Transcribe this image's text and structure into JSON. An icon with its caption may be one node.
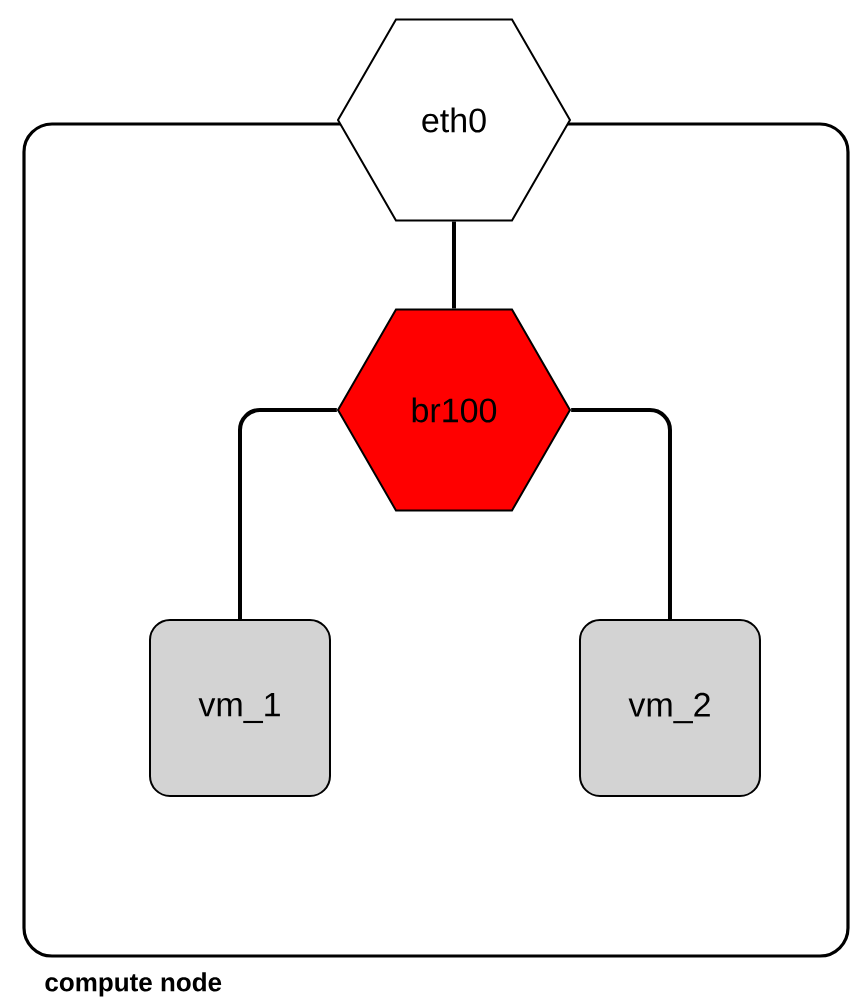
{
  "diagram": {
    "nodes": [
      {
        "text": [
          "compute node"
        ]
      },
      {
        "text": [
          "eth0"
        ]
      },
      {
        "text": [
          "br100"
        ],
        "in": 0
      },
      {
        "text": [
          "vm_1"
        ],
        "in": 0
      },
      {
        "text": [
          "vm_2"
        ],
        "in": 0
      }
    ],
    "edges": [
      {
        "from": 1,
        "to": 2,
        "arrow": "none"
      },
      {
        "from": 2,
        "to": 3,
        "arrow": "none"
      },
      {
        "from": 2,
        "to": 4,
        "arrow": "none"
      }
    ]
  }
}
